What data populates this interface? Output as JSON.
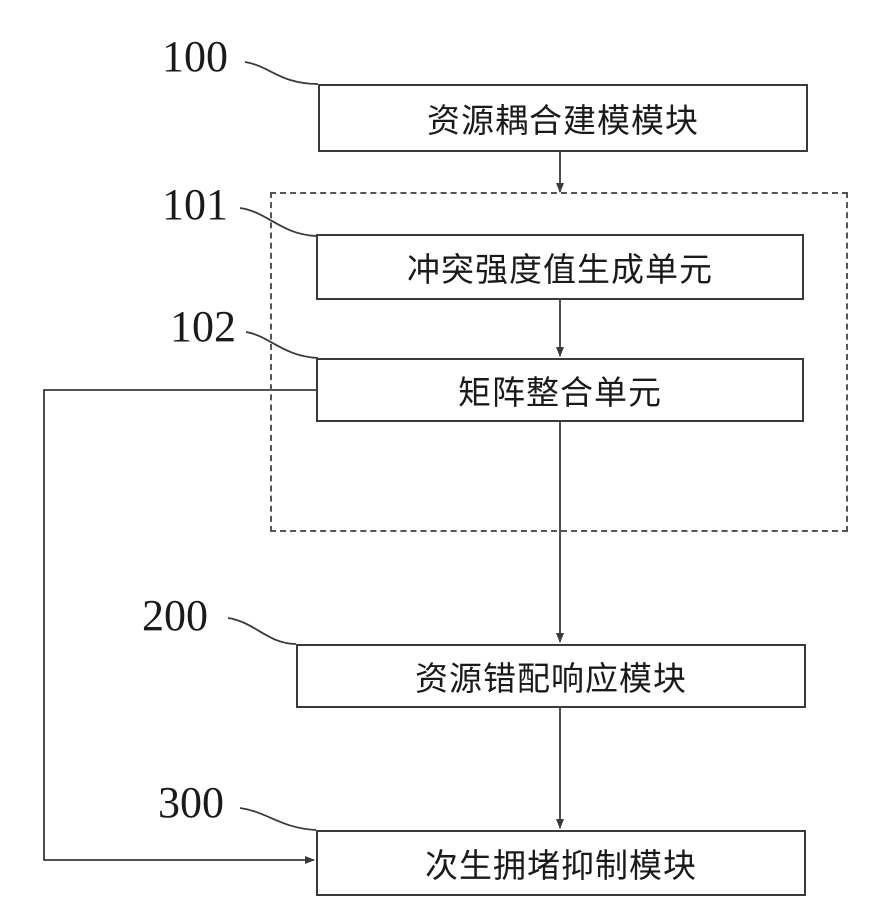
{
  "modules": {
    "m100": {
      "ref": "100",
      "label": "资源耦合建模模块"
    },
    "u101": {
      "ref": "101",
      "label": "冲突强度值生成单元"
    },
    "u102": {
      "ref": "102",
      "label": "矩阵整合单元"
    },
    "m200": {
      "ref": "200",
      "label": "资源错配响应模块"
    },
    "m300": {
      "ref": "300",
      "label": "次生拥堵抑制模块"
    }
  },
  "colors": {
    "line": "#3a3a3a",
    "dashed": "#555555",
    "text": "#1a1a1a"
  }
}
